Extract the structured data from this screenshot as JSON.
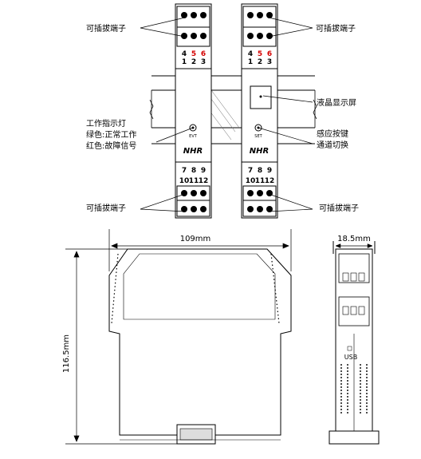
{
  "top_view": {
    "left_module": {
      "terminal_numbers_top_row": [
        "4",
        "5",
        "6"
      ],
      "terminal_numbers_bottom_row": [
        "1",
        "2",
        "3"
      ],
      "terminal_numbers_lower_row1": [
        "7",
        "8",
        "9"
      ],
      "terminal_numbers_lower_row2": [
        "10",
        "11",
        "12"
      ],
      "indicator_text": "EVT",
      "brand_logo": "NHR"
    },
    "right_module": {
      "terminal_numbers_top_row": [
        "4",
        "5",
        "6"
      ],
      "terminal_numbers_bottom_row": [
        "1",
        "2",
        "3"
      ],
      "terminal_numbers_lower_row1": [
        "7",
        "8",
        "9"
      ],
      "terminal_numbers_lower_row2": [
        "10",
        "11",
        "12"
      ],
      "button_text": "SET",
      "brand_logo": "NHR"
    },
    "highlight_color": "#d40000",
    "callouts": {
      "top_left_terminal": "可插拔端子",
      "top_right_terminal": "可插拔端子",
      "bottom_left_terminal": "可插拔端子",
      "bottom_right_terminal": "可插拔端子",
      "lcd": "液晶显示屏",
      "indicator_line1": "工作指示灯",
      "indicator_line2": "绿色:正常工作",
      "indicator_line3": "红色:故障信号",
      "button_line1": "感应按键",
      "button_line2": "通道切换"
    }
  },
  "dimensions": {
    "width": "109mm",
    "height": "116.5mm",
    "depth": "18.5mm",
    "usb_label": "USB"
  }
}
